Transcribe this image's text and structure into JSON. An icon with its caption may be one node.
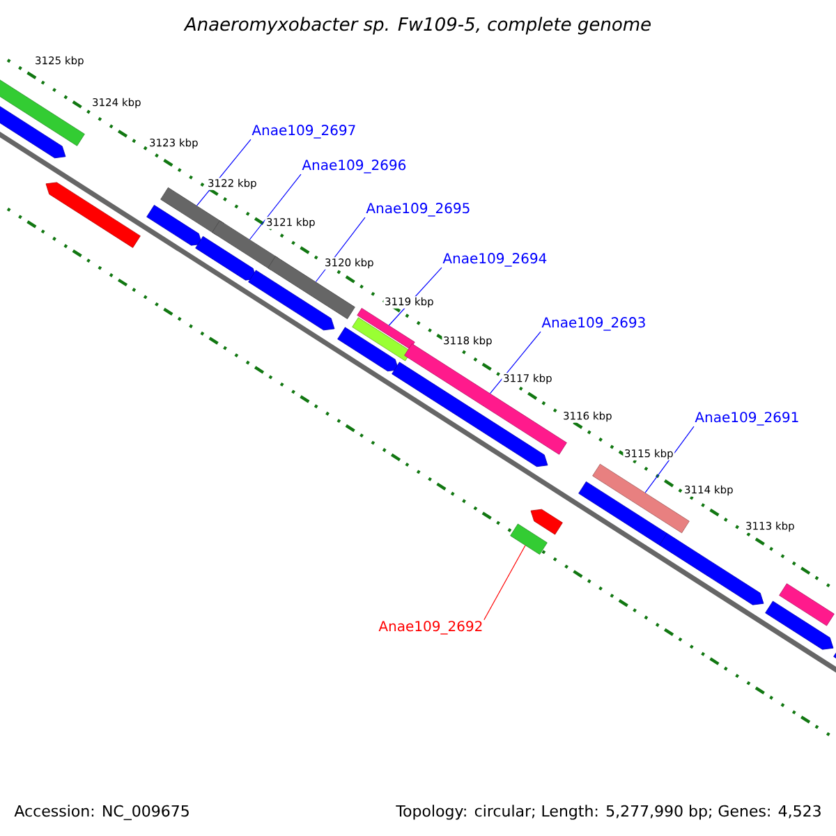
{
  "diagram": {
    "title": "Anaeromyxobacter sp. Fw109-5, complete genome",
    "nodes": [
      {
        "text": [
          "Anae109_2697"
        ]
      },
      {
        "text": [
          "Anae109_2696"
        ]
      },
      {
        "text": [
          "Anae109_2695"
        ]
      },
      {
        "text": [
          "Anae109_2694"
        ]
      },
      {
        "text": [
          "Anae109_2693"
        ]
      },
      {
        "text": [
          "Anae109_2691"
        ]
      },
      {
        "text": [
          "Anae109_2692"
        ]
      },
      {
        "text": [],
        "shape": "bar"
      },
      {
        "text": [],
        "shape": "bar"
      },
      {
        "text": [],
        "shape": "bar"
      },
      {
        "text": [],
        "shape": "bar"
      },
      {
        "text": [],
        "shape": "bar"
      },
      {
        "text": [],
        "shape": "bar"
      },
      {
        "text": [],
        "shape": "bar"
      },
      {
        "text": [],
        "shape": "bar"
      },
      {
        "text": [],
        "shape": "bar"
      },
      {
        "text": [],
        "shape": "bar"
      },
      {
        "text": [],
        "shape": "bar"
      },
      {
        "text": [],
        "shape": "bar"
      },
      {
        "text": [],
        "shape": "bar"
      },
      {
        "text": [],
        "shape": "bar"
      },
      {
        "text": [],
        "shape": "bar"
      },
      {
        "text": [],
        "shape": "bar"
      },
      {
        "text": [],
        "shape": "bar"
      },
      {
        "text": [],
        "shape": "bar"
      },
      {
        "text": [],
        "shape": "bar"
      },
      {
        "text": [],
        "shape": "bar"
      },
      {
        "text": [],
        "shape": "bar"
      },
      {
        "text": [],
        "shape": "bar"
      }
    ],
    "edges": [
      {
        "from": 0,
        "to": 11,
        "arrow": "none"
      },
      {
        "from": 1,
        "to": 13,
        "arrow": "none"
      },
      {
        "from": 2,
        "to": 15,
        "arrow": "none"
      },
      {
        "from": 3,
        "to": 18,
        "arrow": "none"
      },
      {
        "from": 4,
        "to": 20,
        "arrow": "none"
      },
      {
        "from": 5,
        "to": 24,
        "arrow": "none"
      },
      {
        "from": 6,
        "to": 21,
        "arrow": "none",
        "color": "#ff0000"
      }
    ],
    "labels": [
      "3125 kbp",
      "3124 kbp",
      "3123 kbp",
      "3122 kbp",
      "3121 kbp",
      "3120 kbp",
      "3119 kbp",
      "3118 kbp",
      "3117 kbp",
      "3116 kbp",
      "3115 kbp",
      "3114 kbp",
      "3113 kbp",
      "Accession: NC_009675",
      "Topology: circular; Length: 5,277,990 bp; Genes: 4,523"
    ]
  }
}
